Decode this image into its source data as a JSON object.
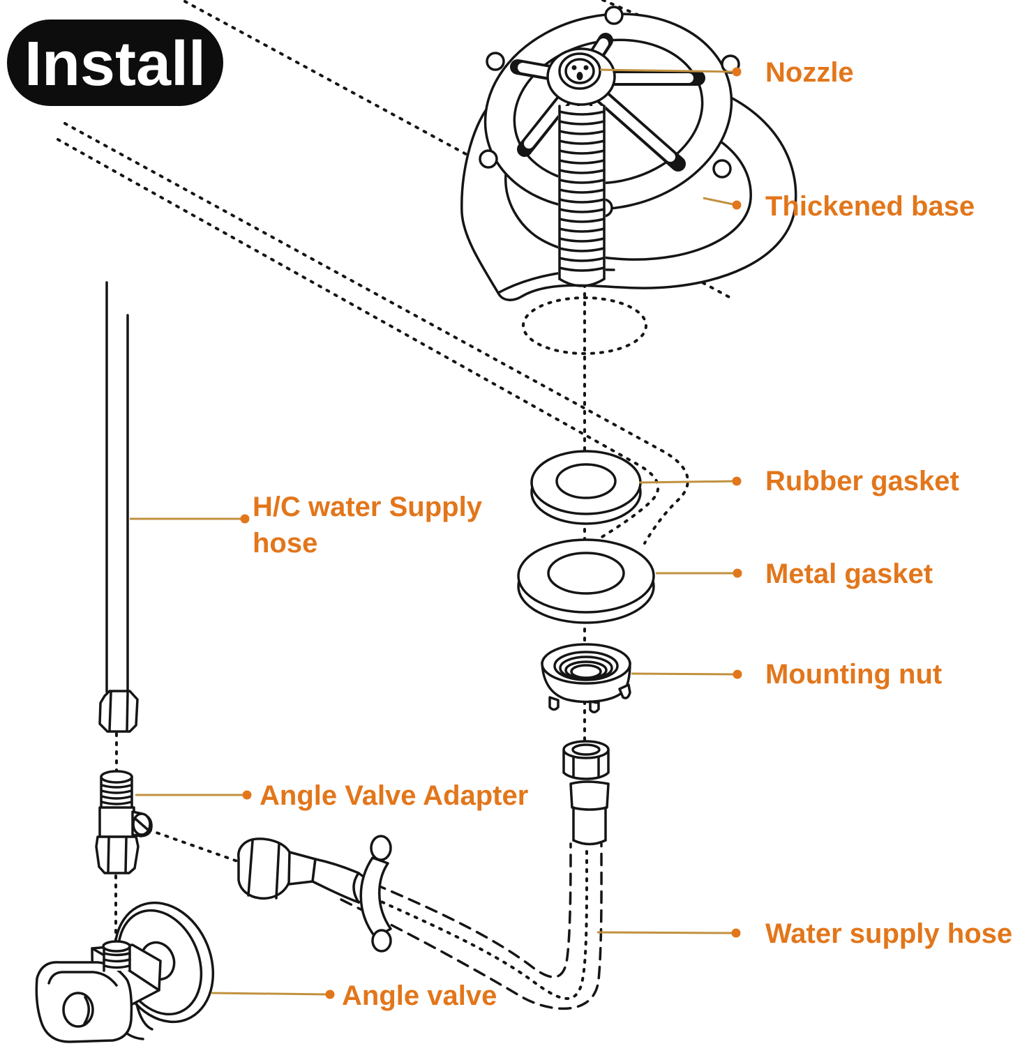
{
  "badge": {
    "label": "Install"
  },
  "labels": {
    "nozzle": "Nozzle",
    "thickened_base": "Thickened base",
    "rubber_gasket": "Rubber gasket",
    "metal_gasket": "Metal gasket",
    "mounting_nut": "Mounting nut",
    "hc_hose_line1": "H/C water Supply",
    "hc_hose_line2": "hose",
    "angle_valve_adapter": "Angle Valve Adapter",
    "angle_valve": "Angle valve",
    "water_supply_hose": "Water supply hose"
  },
  "colors": {
    "accent_orange": "#e2761b",
    "leader_tan": "#c1913f",
    "line_black": "#151515",
    "badge_bg": "#0d0d0d",
    "badge_text": "#ffffff"
  }
}
